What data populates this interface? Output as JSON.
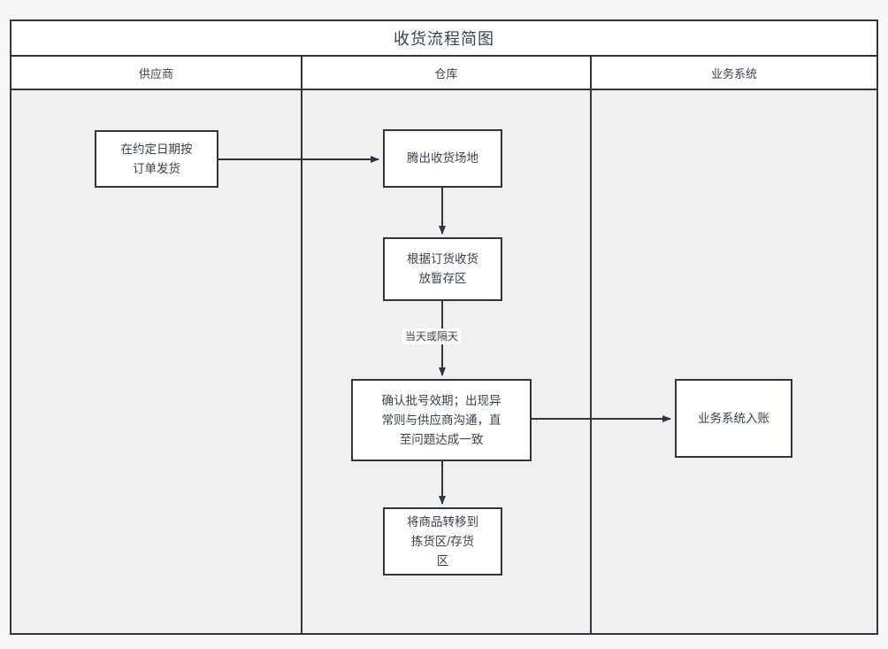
{
  "diagram": {
    "title": "收货流程简图",
    "type": "swimlane-flowchart",
    "lanes": [
      {
        "id": "supplier",
        "label": "供应商"
      },
      {
        "id": "warehouse",
        "label": "仓库"
      },
      {
        "id": "business-system",
        "label": "业务系统"
      }
    ],
    "nodes": [
      {
        "id": "n1",
        "lane": "supplier",
        "label": "在约定日期按\n订单发货"
      },
      {
        "id": "n2",
        "lane": "warehouse",
        "label": "腾出收货场地"
      },
      {
        "id": "n3",
        "lane": "warehouse",
        "label": "根据订货收货\n放暂存区"
      },
      {
        "id": "n4",
        "lane": "warehouse",
        "label": "确认批号效期；出现异\n常则与供应商沟通，直\n至问题达成一致"
      },
      {
        "id": "n5",
        "lane": "business-system",
        "label": "业务系统入账"
      },
      {
        "id": "n6",
        "lane": "warehouse",
        "label": "将商品转移到\n拣货区/存货\n区"
      }
    ],
    "edges": [
      {
        "from": "n1",
        "to": "n2",
        "label": ""
      },
      {
        "from": "n2",
        "to": "n3",
        "label": ""
      },
      {
        "from": "n3",
        "to": "n4",
        "label": "当天或隔天"
      },
      {
        "from": "n4",
        "to": "n5",
        "label": ""
      },
      {
        "from": "n4",
        "to": "n6",
        "label": ""
      }
    ],
    "colors": {
      "stroke": "#2e3641",
      "node_fill": "#ffffff",
      "lane_fill": "#f0f0f0",
      "page_background": "#f7f7f8",
      "text": "#39424e"
    }
  }
}
